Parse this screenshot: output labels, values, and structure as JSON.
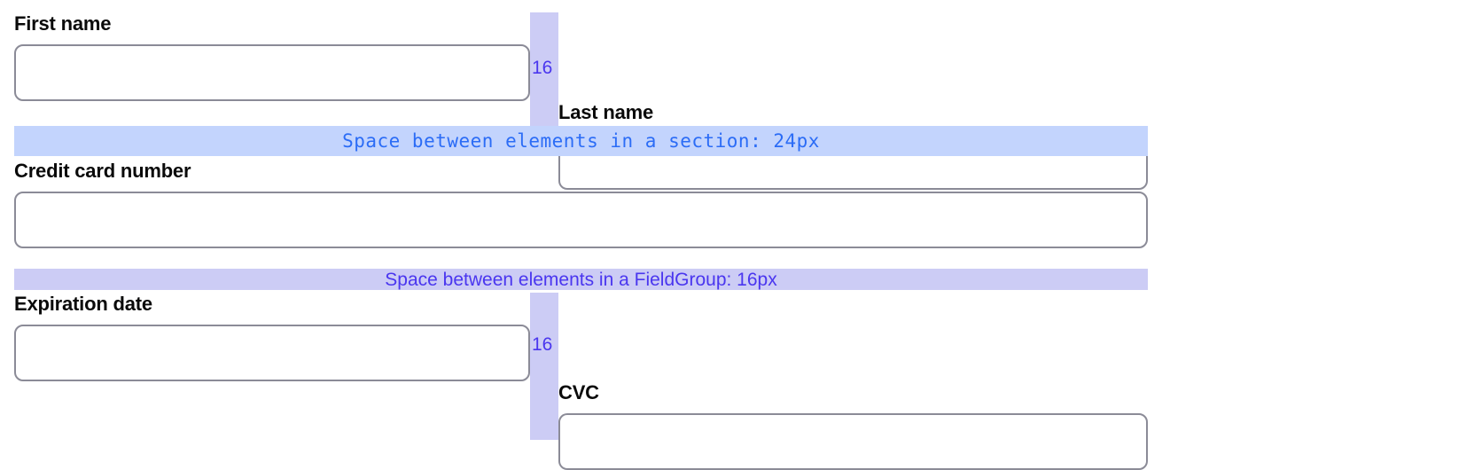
{
  "form": {
    "rows": [
      {
        "id": "name-row",
        "columns": [
          {
            "label": "First name",
            "value": "",
            "placeholder": ""
          },
          {
            "label": "Last name",
            "value": "",
            "placeholder": ""
          }
        ],
        "gap_label": "16"
      },
      {
        "id": "card-row",
        "columns": [
          {
            "label": "Credit card number",
            "value": "",
            "placeholder": ""
          }
        ]
      },
      {
        "id": "expiry-row",
        "columns": [
          {
            "label": "Expiration date",
            "value": "",
            "placeholder": ""
          },
          {
            "label": "CVC",
            "value": "",
            "placeholder": ""
          }
        ],
        "gap_label": "16"
      }
    ]
  },
  "annotations": {
    "section_band": {
      "text": "Space between elements in a section: 24px",
      "value": "24px",
      "background": "#c3d4fd",
      "text_color": "#2b6cf6"
    },
    "fieldgroup_band": {
      "text": "Space between elements in a FieldGroup: 16px",
      "value": "16px",
      "background": "#ccccf5",
      "text_color": "#4a36ef"
    },
    "gap_columns": {
      "first_name_last_name": "16",
      "expiration_cvc": "16",
      "background": "#ccccf5",
      "text_color": "#4a36ef"
    }
  },
  "colors": {
    "page_background": "#ffffff",
    "input_border": "#8b8b97",
    "label_text": "#0a0a0a",
    "section_accent": "#c3d4fd",
    "fieldgroup_accent": "#ccccf5"
  }
}
